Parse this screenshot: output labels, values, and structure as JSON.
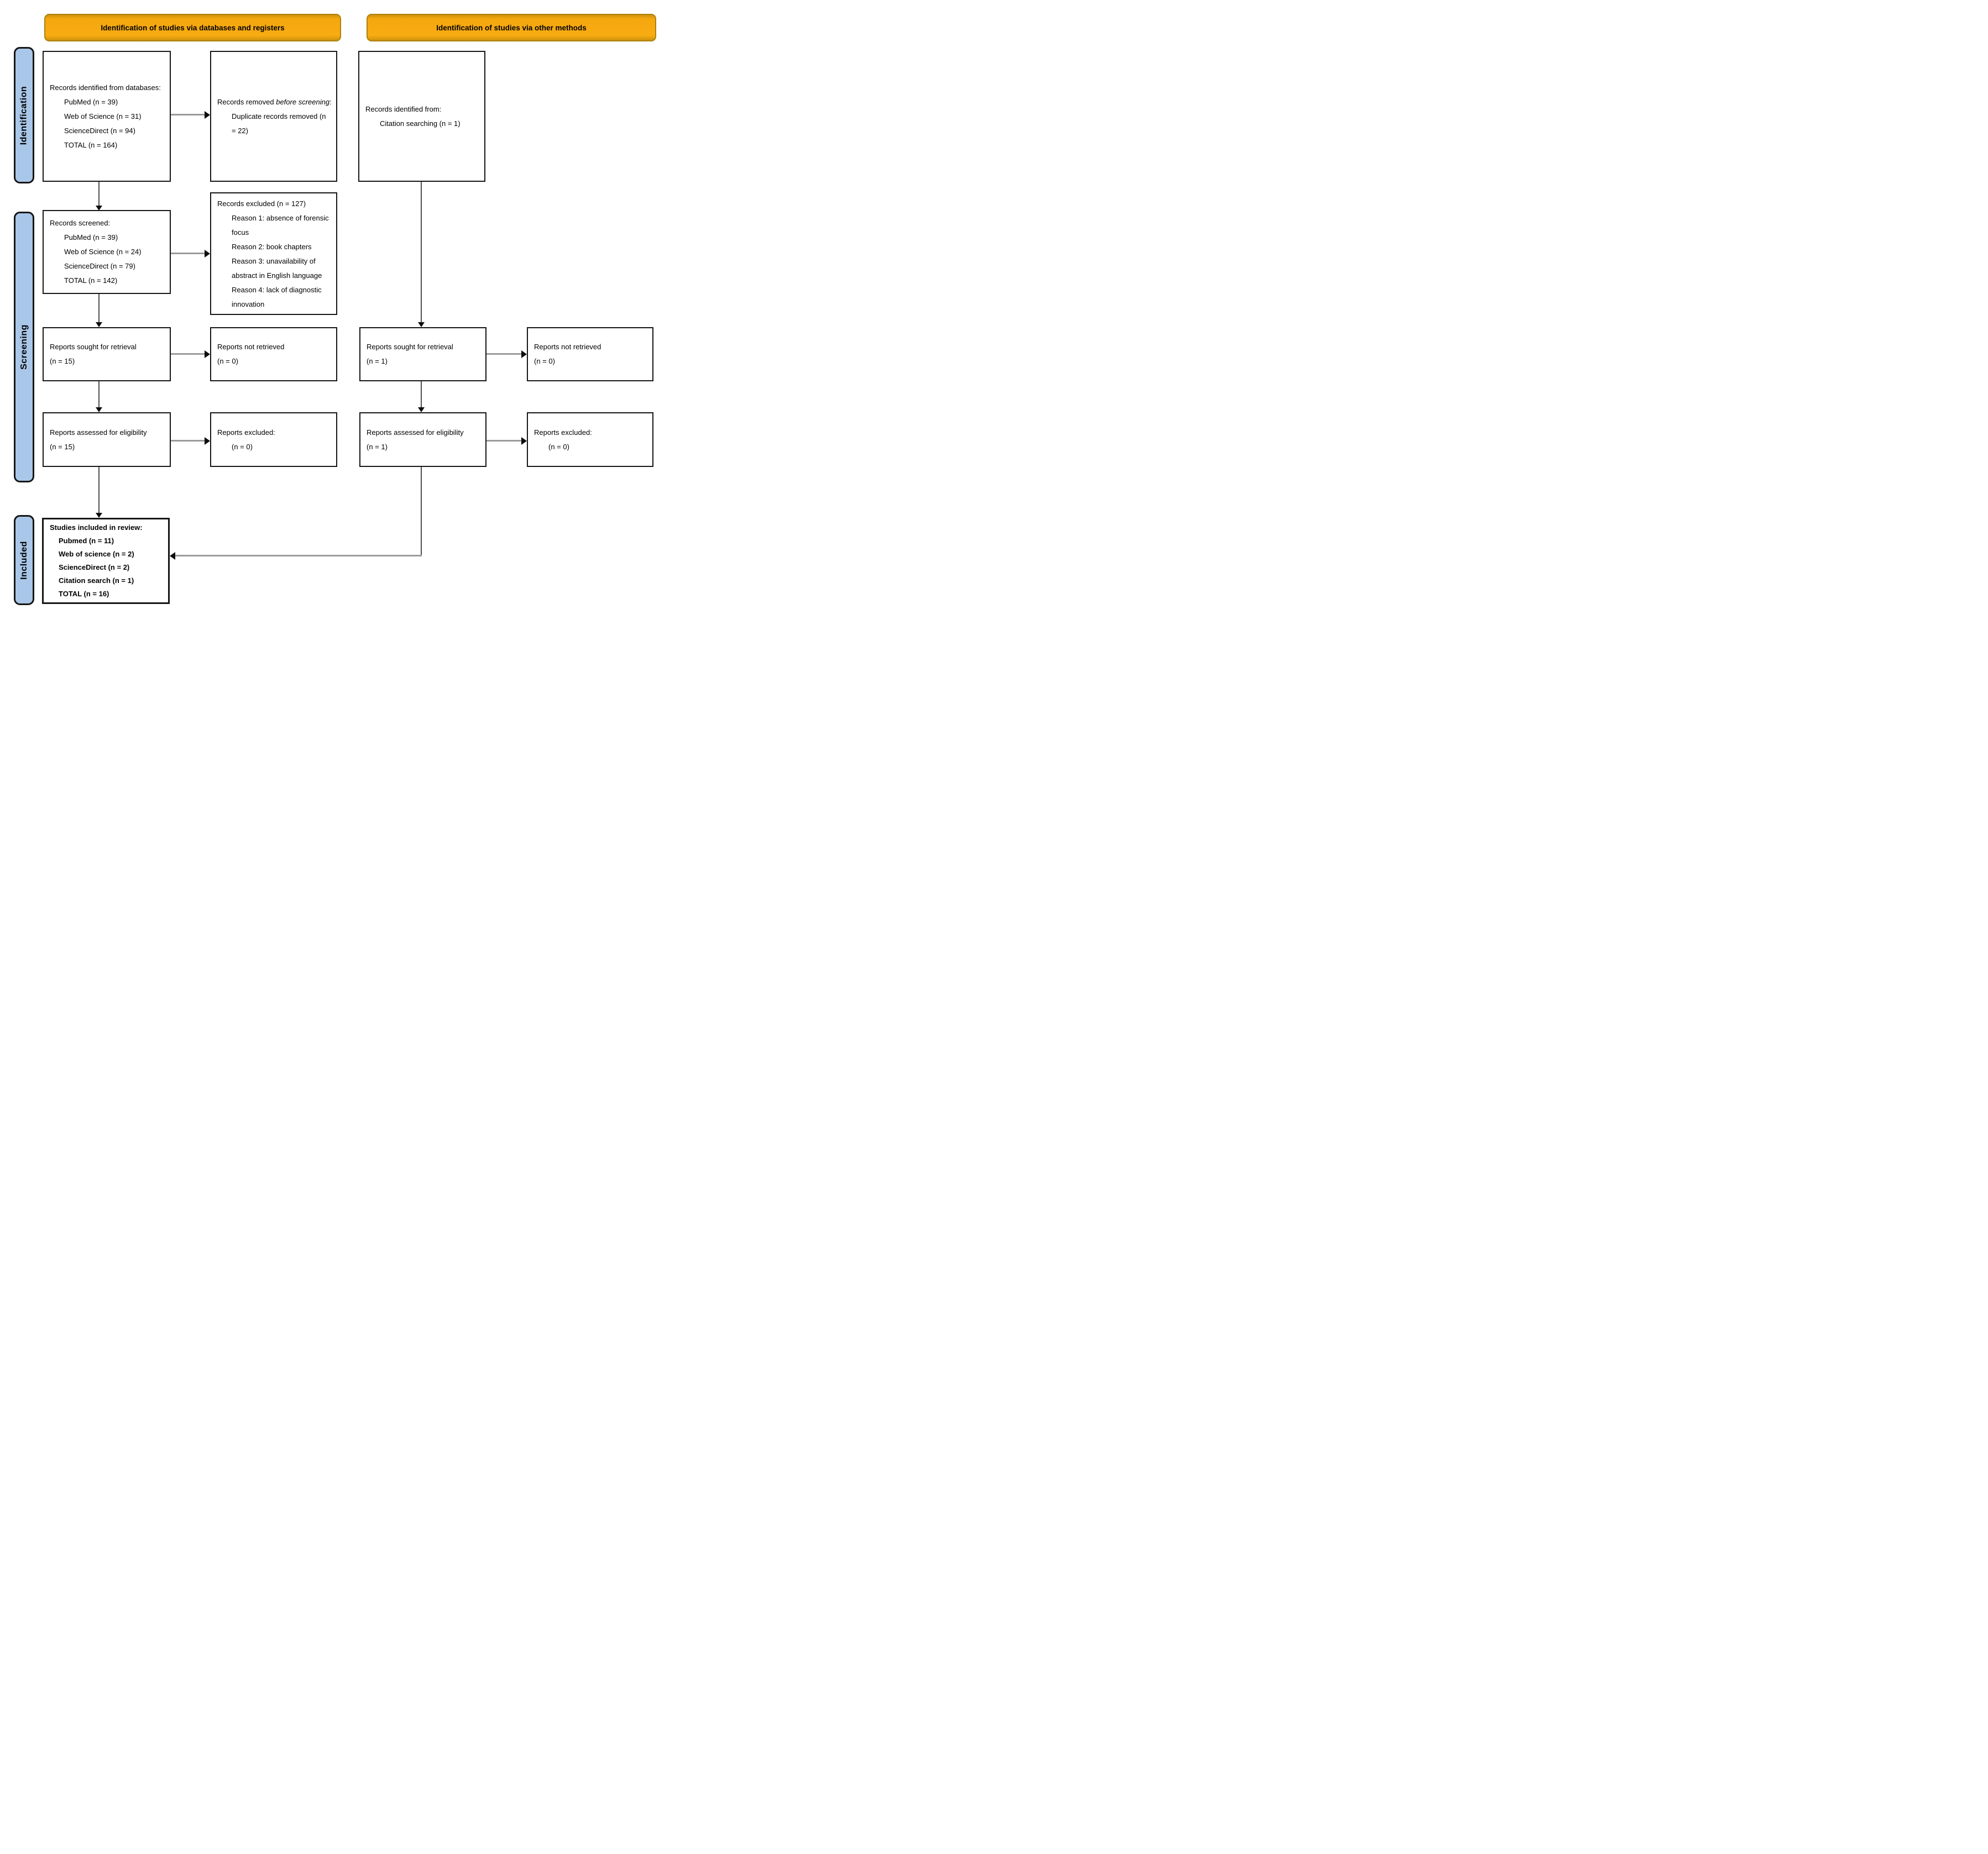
{
  "headers": {
    "databases": "Identification of studies via databases and registers",
    "other": "Identification of studies via other methods"
  },
  "stages": {
    "identification": "Identification",
    "screening": "Screening",
    "included": "Included"
  },
  "boxes": {
    "db_identified": {
      "title": "Records identified from databases:",
      "items": [
        "PubMed (n = 39)",
        "Web of Science (n = 31)",
        "ScienceDirect (n = 94)",
        "TOTAL (n = 164)"
      ]
    },
    "removed_before": {
      "title_prefix": "Records removed ",
      "title_italic": "before screening",
      "title_suffix": ":",
      "items": [
        "Duplicate records removed (n = 22)"
      ]
    },
    "other_identified": {
      "title": "Records identified from:",
      "items": [
        "Citation searching (n = 1)"
      ]
    },
    "screened": {
      "title": "Records screened:",
      "items": [
        "PubMed (n = 39)",
        "Web of Science (n = 24)",
        "ScienceDirect (n = 79)",
        "TOTAL (n = 142)"
      ]
    },
    "excluded": {
      "title": "Records excluded (n = 127)",
      "items": [
        "Reason 1: absence of forensic focus",
        "Reason 2: book chapters",
        "Reason 3: unavailability of abstract in English language",
        "Reason 4: lack of diagnostic innovation"
      ]
    },
    "sought_db": {
      "line1": "Reports sought for retrieval",
      "line2": "(n = 15)"
    },
    "not_retrieved_db": {
      "line1": "Reports not retrieved",
      "line2": "(n = 0)"
    },
    "sought_other": {
      "line1": "Reports sought for retrieval",
      "line2": "(n = 1)"
    },
    "not_retrieved_other": {
      "line1": "Reports not retrieved",
      "line2": "(n = 0)"
    },
    "assessed_db": {
      "line1": "Reports assessed for eligibility",
      "line2": "(n = 15)"
    },
    "reports_excluded_db": {
      "line1": "Reports excluded:",
      "line2": "(n = 0)"
    },
    "assessed_other": {
      "line1": "Reports assessed for eligibility",
      "line2": "(n = 1)"
    },
    "reports_excluded_other": {
      "line1": "Reports excluded:",
      "line2": "(n = 0)"
    },
    "included": {
      "title": "Studies included in review:",
      "items": [
        "Pubmed (n = 11)",
        "Web of science (n = 2)",
        "ScienceDirect (n = 2)",
        "Citation search (n = 1)",
        "TOTAL (n = 16)"
      ]
    }
  },
  "colors": {
    "header_fill": "#F4A70E",
    "header_border": "#AD820E",
    "stage_fill": "#A9C7E8",
    "stage_border": "#161616",
    "box_border": "#161616",
    "arrow_line": "#9B9B9B",
    "arrowhead": "#0D0D0D",
    "text": "#000000"
  }
}
